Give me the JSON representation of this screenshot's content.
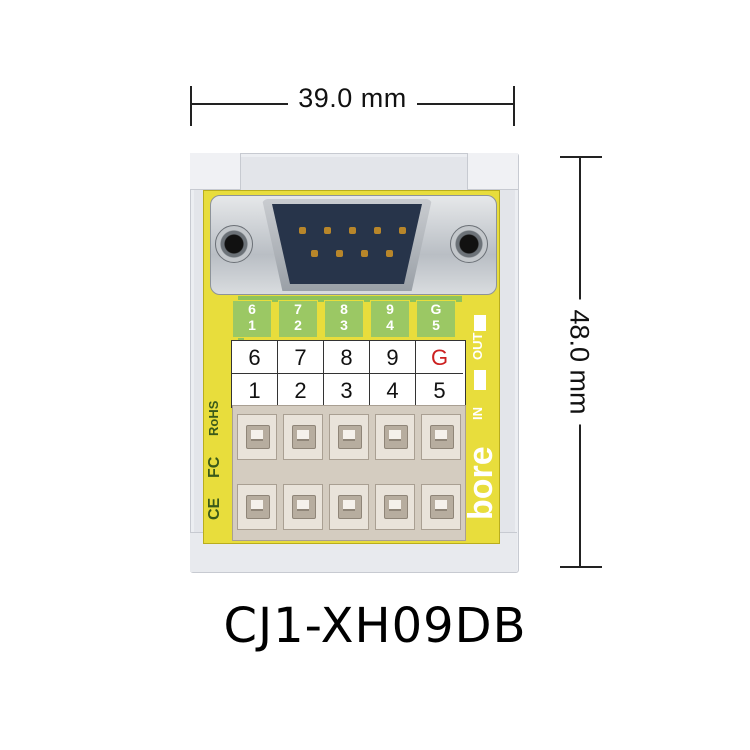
{
  "dimensions": {
    "width_label": "39.0 mm",
    "height_label": "48.0 mm"
  },
  "product": {
    "model": "CJ1-XH09DB",
    "brand": "bore",
    "silkscreen_io": [
      "IN",
      "OUT"
    ],
    "certifications": [
      "CE",
      "FC",
      "RoHS"
    ]
  },
  "silkscreen_pins": {
    "top": [
      "6",
      "7",
      "8",
      "9",
      "G"
    ],
    "bottom": [
      "1",
      "2",
      "3",
      "4",
      "5"
    ]
  },
  "label": {
    "top_row": [
      "6",
      "7",
      "8",
      "9",
      "G"
    ],
    "bottom_row": [
      "1",
      "2",
      "3",
      "4",
      "5"
    ],
    "highlight_color": "#cc1f1f"
  },
  "colors": {
    "pcb": "#e8dd3c",
    "trace": "#8fc35a",
    "connector_face": "#27344a",
    "terminal": "#e9e3da"
  }
}
